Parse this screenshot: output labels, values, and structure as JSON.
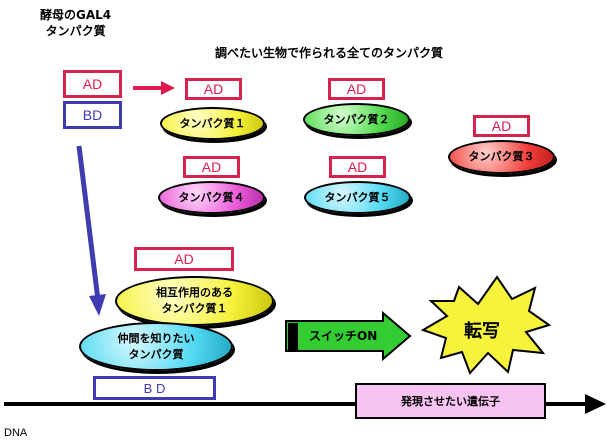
{
  "yeast_label": {
    "line1": "酵母のGAL4",
    "line2": "タンパク質"
  },
  "survey_title": "調べたい生物で作られる全てのタンパク質",
  "ad_label": "AD",
  "bd_label": "BD",
  "bd_bottom_label": "B D",
  "proteins": [
    "タンパク質１",
    "タンパク質２",
    "タンパク質３",
    "タンパク質４",
    "タンパク質５"
  ],
  "interacting": {
    "line1": "相互作用のある",
    "line2": "タンパク質１"
  },
  "target": {
    "line1": "仲間を知りたい",
    "line2": "タンパク質"
  },
  "switch_label": "スイッチON",
  "transcription_label": "転写",
  "gene_label": "発現させたい遺伝子",
  "dna_label": "DNA",
  "colors": {
    "ad_border": "#d4244e",
    "bd_border": "#3f3bb0",
    "yellow": "#f5f13a",
    "green": "#4fd84a",
    "red": "#f2403c",
    "magenta": "#ea5ad8",
    "cyan": "#52d9f2",
    "switch_green": "#33cc33",
    "gene_pink": "#f7c3f2",
    "burst_yellow": "#f6f33c"
  }
}
